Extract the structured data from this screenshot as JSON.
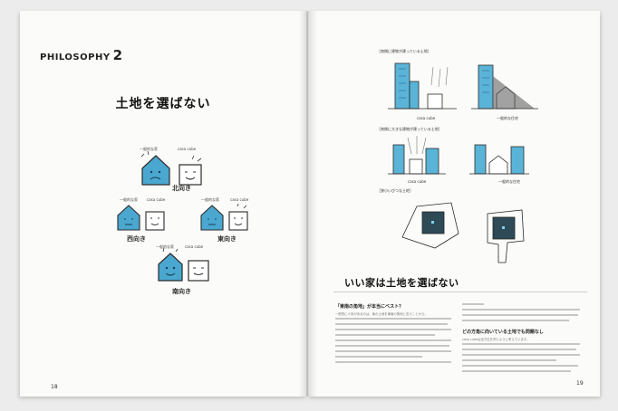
{
  "left_page": {
    "section_label": "PHILOSOPHY",
    "section_number": "2",
    "title": "土地を選ばない",
    "page_number": "18",
    "house_labels": {
      "generic": "一般的な家",
      "cube": "casa cube"
    },
    "directions": {
      "north": "北向き",
      "west": "西向き",
      "east": "東向き",
      "south": "南向き"
    }
  },
  "right_page": {
    "page_number": "19",
    "scene_captions": [
      "［南側に建物が建っている土地］",
      "［南側に大きな建物が建っている土地］",
      "［狭小いびつな土地］"
    ],
    "scene_labels": {
      "cube": "casa cube",
      "generic_1": "一般的な住宅",
      "generic_2": "一般的な住宅"
    },
    "title": "いい家は土地を選ばない",
    "subheading_1": "「東南の角地」が本当にベスト？",
    "subheading_2": "どの方角に向いている土地でも問題なし",
    "body_snippet_1": "一般的に人気があるのは、南の土地を東南の角地と言うことから。",
    "body_snippet_2": "casa cubeは全方位を同じように考えています。"
  },
  "colors": {
    "house_blue": "#4aa8d0",
    "face_blue": "#2f7fa6",
    "building_blue": "#5ab4d8"
  }
}
